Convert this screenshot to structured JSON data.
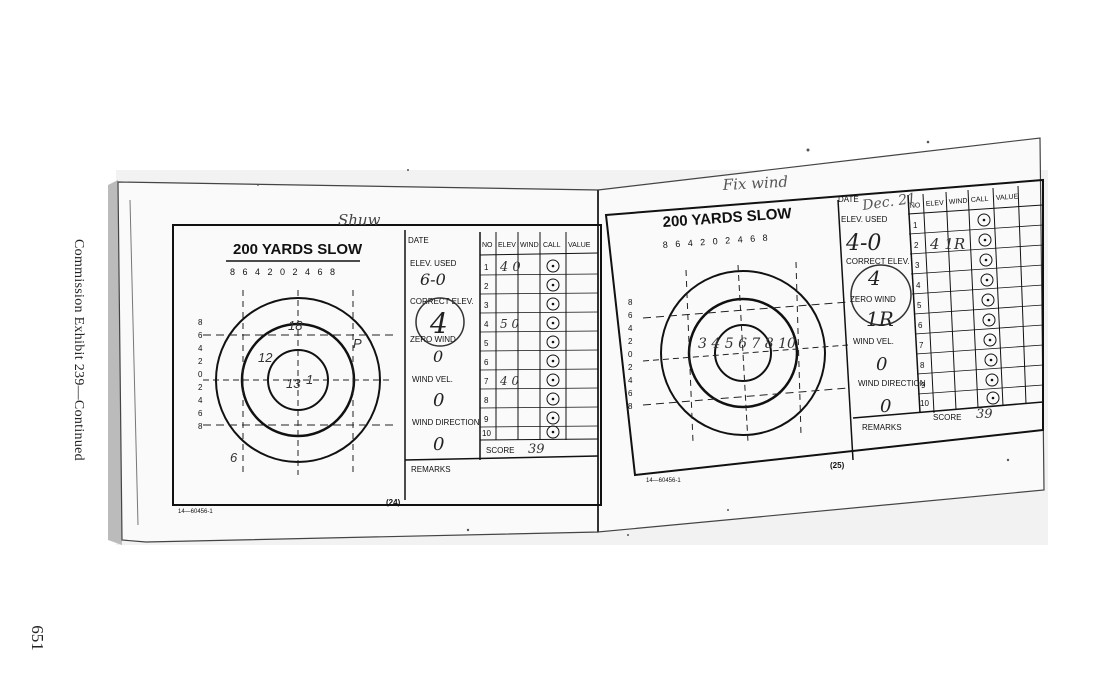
{
  "caption": "Commission Exhibit 239—Continued",
  "page_number": "651",
  "book": {
    "left_page": {
      "page_no": "(24)",
      "form_no": "14—60456-1",
      "title": "200 YARDS SLOW",
      "top_scale": "8 6 4 2 0 2 4 6 8",
      "side_scale": [
        "8",
        "6",
        "4",
        "2",
        "0",
        "2",
        "4",
        "6",
        "8"
      ],
      "field_labels": {
        "date": "DATE",
        "elev_used": "ELEV. USED",
        "correct_elev": "CORRECT ELEV.",
        "zero_wind": "ZERO WIND",
        "wind_vel": "WIND VEL.",
        "wind_direction": "WIND DIRECTION",
        "remarks": "REMARKS",
        "score": "SCORE"
      },
      "table_headers": [
        "NO",
        "ELEV",
        "WIND",
        "CALL",
        "VALUE"
      ],
      "rows": [
        "1",
        "2",
        "3",
        "4",
        "5",
        "6",
        "7",
        "8",
        "9",
        "10"
      ],
      "handwriting": {
        "header": "Shuw",
        "elev_used": "6-0",
        "correct_elev": "4",
        "zero_wind": "0",
        "wind_vel": "0",
        "wind_direction": "0",
        "score": "39",
        "row1": "4 0",
        "row4": "5 0",
        "row7": "4 0"
      }
    },
    "right_page": {
      "page_no": "(25)",
      "form_no": "14—60456-1",
      "title": "200 YARDS SLOW",
      "top_scale": "8 6 4 2 0 2 4 6 8",
      "side_scale": [
        "8",
        "6",
        "4",
        "2",
        "0",
        "2",
        "4",
        "6",
        "8"
      ],
      "field_labels": {
        "date": "DATE",
        "elev_used": "ELEV. USED",
        "correct_elev": "CORRECT ELEV.",
        "zero_wind": "ZERO WIND",
        "wind_vel": "WIND VEL.",
        "wind_direction": "WIND DIRECTION",
        "remarks": "REMARKS",
        "score": "SCORE"
      },
      "table_headers": [
        "NO",
        "ELEV",
        "WIND",
        "CALL",
        "VALUE"
      ],
      "rows": [
        "1",
        "2",
        "3",
        "4",
        "5",
        "6",
        "7",
        "8",
        "9",
        "10"
      ],
      "handwriting": {
        "header": "Fix wind",
        "date": "Dec. 21",
        "elev_used": "4-0",
        "correct_elev": "4",
        "zero_wind": "1R",
        "wind_vel": "0",
        "wind_direction": "0",
        "score": "39",
        "row2": "4 1R",
        "target": "3 4 5 6 7 8 10"
      }
    }
  }
}
